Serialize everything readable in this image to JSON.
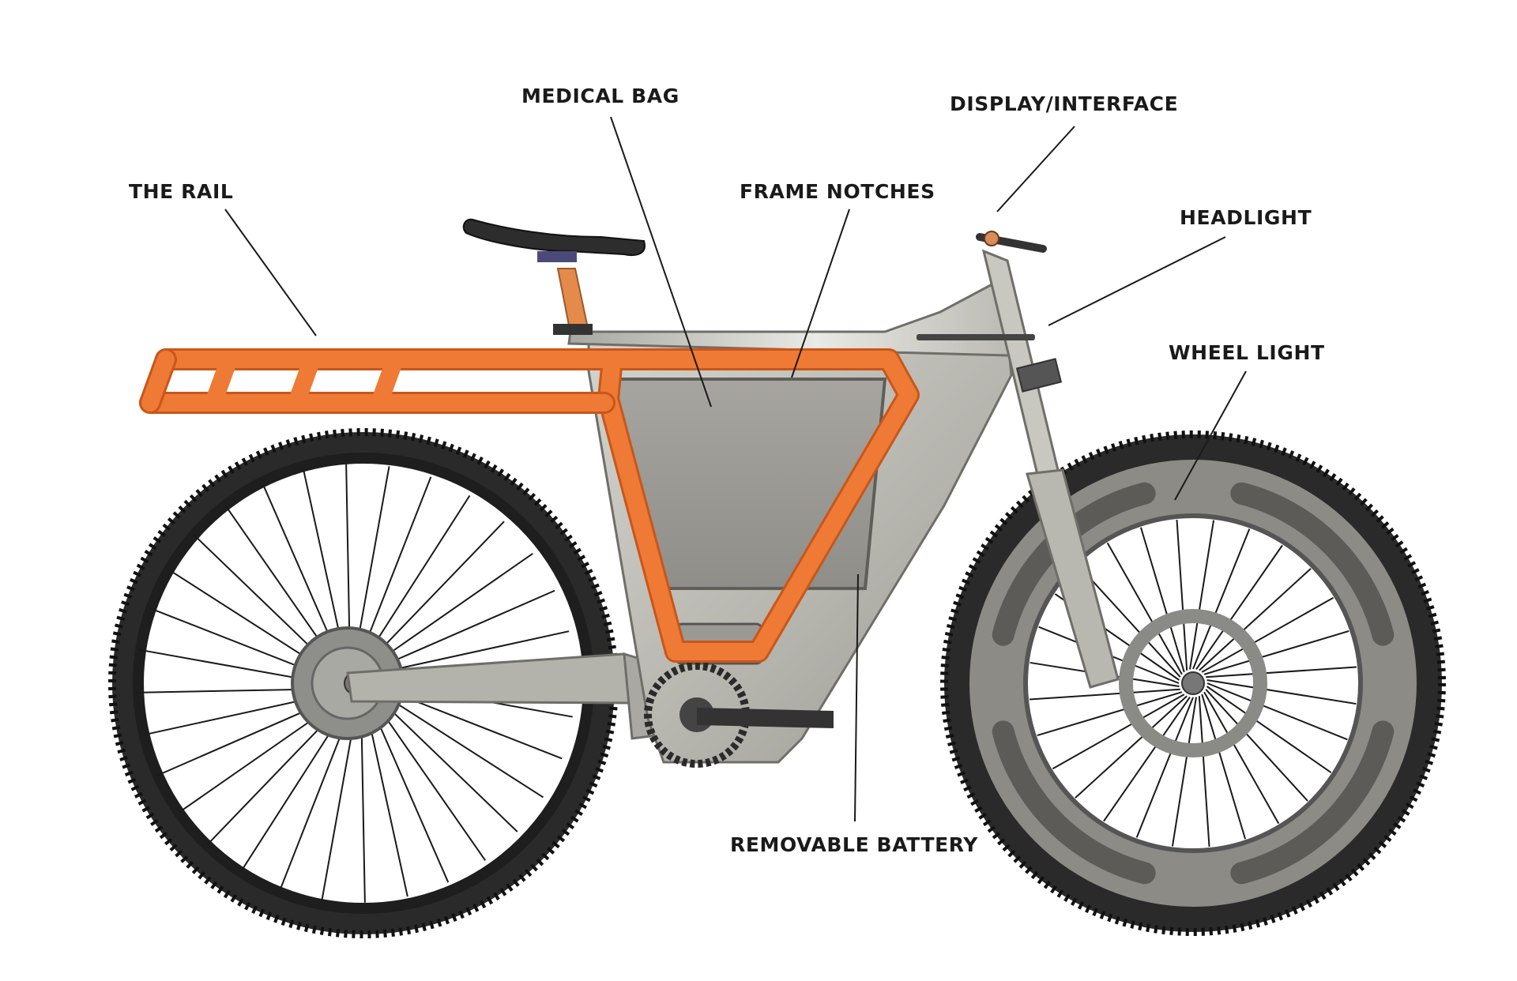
{
  "callouts": [
    {
      "id": "the-rail",
      "label": "THE RAIL"
    },
    {
      "id": "medical-bag",
      "label": "MEDICAL BAG"
    },
    {
      "id": "frame-notches",
      "label": "FRAME NOTCHES"
    },
    {
      "id": "display-interface",
      "label": "DISPLAY/INTERFACE"
    },
    {
      "id": "headlight",
      "label": "HEADLIGHT"
    },
    {
      "id": "wheel-light",
      "label": "WHEEL LIGHT"
    },
    {
      "id": "removable-battery",
      "label": "REMOVABLE BATTERY"
    }
  ],
  "colors": {
    "rail": "#ee7a35",
    "rail_dark": "#c9561a",
    "frame": "#b9b8b1",
    "frame_dark": "#8f8e88",
    "frame_light": "#dcdcd6",
    "tire": "#262626",
    "tire_tread": "#3a3a3a",
    "rim": "#1e1e1e",
    "spoke": "#1a1a1a",
    "wheel_light_ring": "#8c8b86",
    "wheel_light_slot": "#5c5b58",
    "text": "#1a1a1a"
  }
}
